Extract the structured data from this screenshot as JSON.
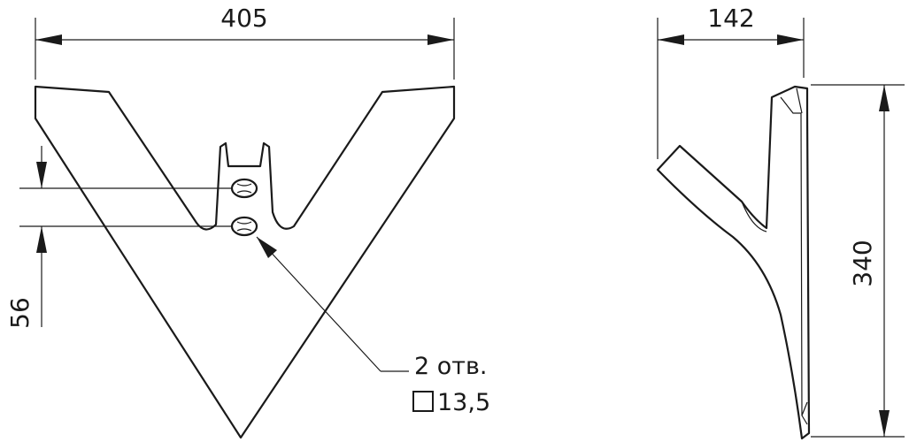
{
  "dimensions": {
    "front_width": "405",
    "side_width": "142",
    "height": "340",
    "hole_spacing": "56"
  },
  "callout": {
    "holes_count": "2 отв.",
    "hole_size_symbol": "square-icon",
    "hole_size": "13,5"
  }
}
